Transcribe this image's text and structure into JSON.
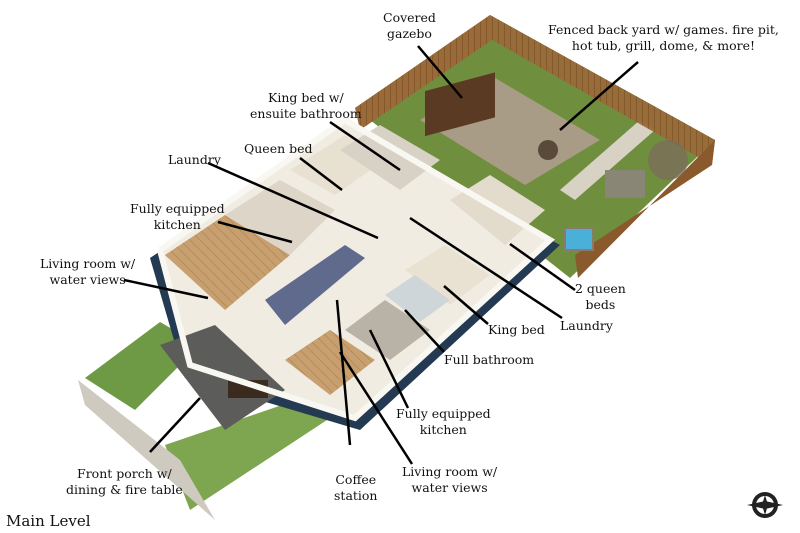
{
  "title": "Main Level",
  "colors": {
    "wall": "#f4f1ea",
    "wood_floor": "#c8a070",
    "fence": "#8a5a2c",
    "lawn": "#6f8f3f",
    "navy": "#243a52",
    "leader": "#000000"
  },
  "callouts": {
    "gazebo": [
      "Covered",
      "gazebo"
    ],
    "backyard": [
      "Fenced back yard w/ games. fire pit,",
      "hot tub, grill, dome, & more!"
    ],
    "king_ensuite": [
      "King bed w/",
      "ensuite bathroom"
    ],
    "queen_bed": [
      "Queen bed"
    ],
    "laundry_top": [
      "Laundry"
    ],
    "kitchen_top": [
      "Fully equipped",
      "kitchen"
    ],
    "living_top": [
      "Living room w/",
      "water views"
    ],
    "two_queen": [
      "2 queen",
      "beds"
    ],
    "laundry_right": [
      "Laundry"
    ],
    "king_bed": [
      "King bed"
    ],
    "full_bath": [
      "Full bathroom"
    ],
    "kitchen_bottom": [
      "Fully equipped",
      "kitchen"
    ],
    "living_bottom": [
      "Living room w/",
      "water views"
    ],
    "coffee": [
      "Coffee",
      "station"
    ],
    "front_porch": [
      "Front porch w/",
      "dining & fire table"
    ]
  },
  "logo_icon": "brand-compass-logo-icon"
}
